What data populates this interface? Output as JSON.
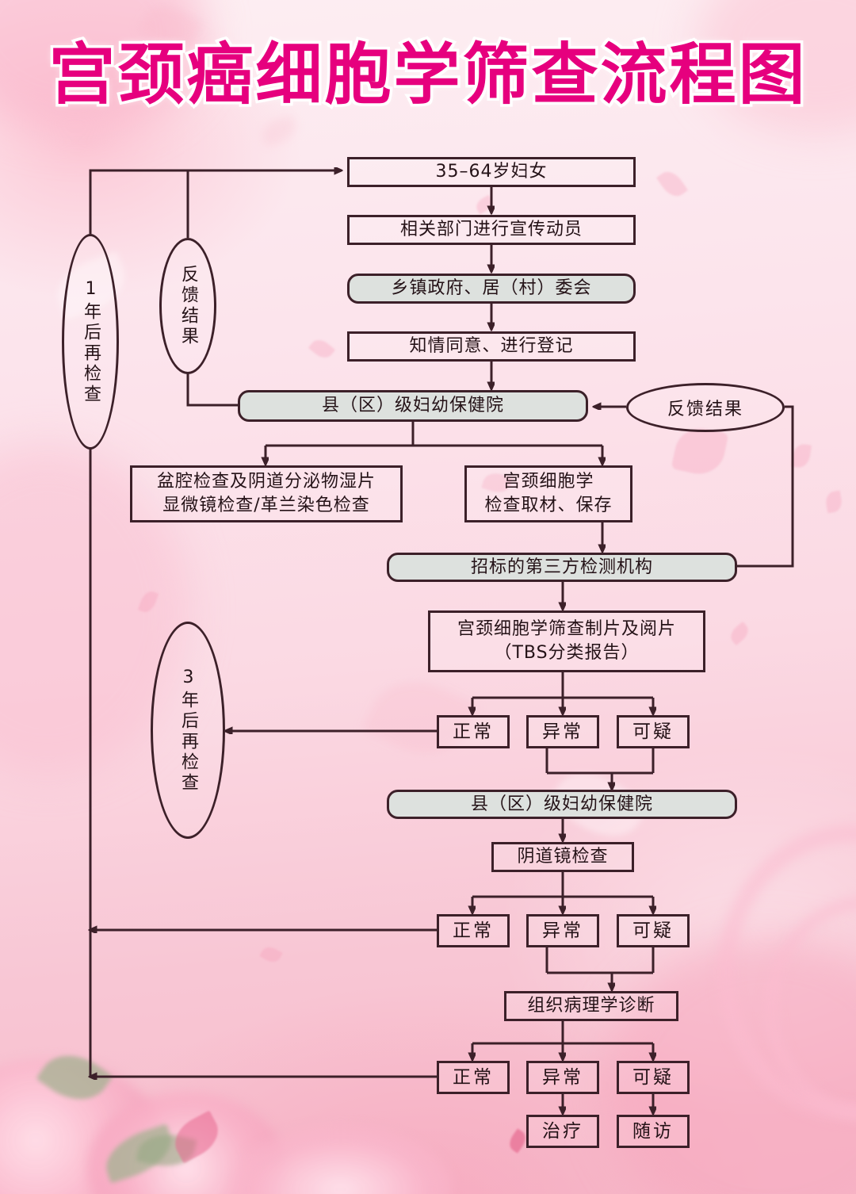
{
  "poster": {
    "title": "宫颈癌细胞学筛查流程图",
    "title_color": "#e6007e",
    "title_outline_color": "#ffffff",
    "background_colors": [
      "#fdeef2",
      "#fce4ec",
      "#fbd9e3",
      "#f6bccb"
    ],
    "line_color": "#3c2029",
    "gray_box_fill": "#dde1de"
  },
  "chart_data": {
    "type": "diagram",
    "title": "宫颈癌细胞学筛查流程图",
    "nodes": [
      {
        "id": "n1",
        "label": "35–64岁妇女",
        "shape": "rect",
        "fill": "transparent"
      },
      {
        "id": "n2",
        "label": "相关部门进行宣传动员",
        "shape": "rect",
        "fill": "transparent"
      },
      {
        "id": "n3",
        "label": "乡镇政府、居（村）委会",
        "shape": "rounded-rect",
        "fill": "gray"
      },
      {
        "id": "n4",
        "label": "知情同意、进行登记",
        "shape": "rect",
        "fill": "transparent"
      },
      {
        "id": "n5",
        "label": "县（区）级妇幼保健院",
        "shape": "rounded-rect",
        "fill": "gray"
      },
      {
        "id": "n6",
        "label": "盆腔检查及阴道分泌物湿片\n显微镜检查/革兰染色检查",
        "shape": "rect",
        "fill": "transparent"
      },
      {
        "id": "n7",
        "label": "宫颈细胞学\n检查取材、保存",
        "shape": "rect",
        "fill": "transparent"
      },
      {
        "id": "n8",
        "label": "招标的第三方检测机构",
        "shape": "rounded-rect",
        "fill": "gray"
      },
      {
        "id": "n9",
        "label": "宫颈细胞学筛查制片及阅片\n（TBS分类报告）",
        "shape": "rect",
        "fill": "transparent"
      },
      {
        "id": "n10",
        "label": "正常",
        "shape": "rect",
        "fill": "transparent"
      },
      {
        "id": "n11",
        "label": "异常",
        "shape": "rect",
        "fill": "transparent"
      },
      {
        "id": "n12",
        "label": "可疑",
        "shape": "rect",
        "fill": "transparent"
      },
      {
        "id": "n13",
        "label": "县（区）级妇幼保健院",
        "shape": "rounded-rect",
        "fill": "gray"
      },
      {
        "id": "n14",
        "label": "阴道镜检查",
        "shape": "rect",
        "fill": "transparent"
      },
      {
        "id": "n15",
        "label": "正常",
        "shape": "rect",
        "fill": "transparent"
      },
      {
        "id": "n16",
        "label": "异常",
        "shape": "rect",
        "fill": "transparent"
      },
      {
        "id": "n17",
        "label": "可疑",
        "shape": "rect",
        "fill": "transparent"
      },
      {
        "id": "n18",
        "label": "组织病理学诊断",
        "shape": "rect",
        "fill": "transparent"
      },
      {
        "id": "n19",
        "label": "正常",
        "shape": "rect",
        "fill": "transparent"
      },
      {
        "id": "n20",
        "label": "异常",
        "shape": "rect",
        "fill": "transparent"
      },
      {
        "id": "n21",
        "label": "可疑",
        "shape": "rect",
        "fill": "transparent"
      },
      {
        "id": "n22",
        "label": "治疗",
        "shape": "rect",
        "fill": "transparent"
      },
      {
        "id": "n23",
        "label": "随访",
        "shape": "rect",
        "fill": "transparent"
      },
      {
        "id": "e1",
        "label": "1年后再检查",
        "shape": "ellipse",
        "orientation": "vertical"
      },
      {
        "id": "e2",
        "label": "反馈结果",
        "shape": "ellipse",
        "orientation": "vertical"
      },
      {
        "id": "e3",
        "label": "3年后再检查",
        "shape": "ellipse",
        "orientation": "vertical"
      },
      {
        "id": "e4",
        "label": "反馈结果",
        "shape": "ellipse",
        "orientation": "horizontal"
      }
    ],
    "edges": [
      {
        "from": "n1",
        "to": "n2"
      },
      {
        "from": "n2",
        "to": "n3"
      },
      {
        "from": "n3",
        "to": "n4"
      },
      {
        "from": "n4",
        "to": "n5"
      },
      {
        "from": "n5",
        "to": "n6"
      },
      {
        "from": "n5",
        "to": "n7"
      },
      {
        "from": "n7",
        "to": "n8"
      },
      {
        "from": "n8",
        "to": "n9"
      },
      {
        "from": "n9",
        "to": "n10"
      },
      {
        "from": "n9",
        "to": "n11"
      },
      {
        "from": "n9",
        "to": "n12"
      },
      {
        "from": "n11",
        "to": "n13"
      },
      {
        "from": "n12",
        "to": "n13"
      },
      {
        "from": "n13",
        "to": "n14"
      },
      {
        "from": "n14",
        "to": "n15"
      },
      {
        "from": "n14",
        "to": "n16"
      },
      {
        "from": "n14",
        "to": "n17"
      },
      {
        "from": "n16",
        "to": "n18"
      },
      {
        "from": "n17",
        "to": "n18"
      },
      {
        "from": "n18",
        "to": "n19"
      },
      {
        "from": "n18",
        "to": "n20"
      },
      {
        "from": "n18",
        "to": "n21"
      },
      {
        "from": "n20",
        "to": "n22"
      },
      {
        "from": "n21",
        "to": "n23"
      },
      {
        "from": "n10",
        "to": "e3",
        "note": "3年后再检查"
      },
      {
        "from": "n15",
        "to": "e1",
        "note": "1年后再检查"
      },
      {
        "from": "n19",
        "to": "e1",
        "note": "1年后再检查"
      },
      {
        "from": "e1",
        "to": "n1"
      },
      {
        "from": "e2",
        "to": "n1"
      },
      {
        "from": "n5",
        "to": "e2",
        "note": "反馈结果"
      },
      {
        "from": "n8",
        "to": "e4",
        "note": "反馈结果"
      },
      {
        "from": "e4",
        "to": "n5"
      }
    ]
  },
  "flow": {
    "n1": {
      "label": "35–64岁妇女"
    },
    "n2": {
      "label": "相关部门进行宣传动员"
    },
    "n3": {
      "label": "乡镇政府、居（村）委会"
    },
    "n4": {
      "label": "知情同意、进行登记"
    },
    "n5": {
      "label": "县（区）级妇幼保健院"
    },
    "n6": {
      "line1": "盆腔检查及阴道分泌物湿片",
      "line2": "显微镜检查/革兰染色检查"
    },
    "n7": {
      "line1": "宫颈细胞学",
      "line2": "检查取材、保存"
    },
    "n8": {
      "label": "招标的第三方检测机构"
    },
    "n9": {
      "line1": "宫颈细胞学筛查制片及阅片",
      "line2": "（TBS分类报告）"
    },
    "n10": {
      "label": "正常"
    },
    "n11": {
      "label": "异常"
    },
    "n12": {
      "label": "可疑"
    },
    "n13": {
      "label": "县（区）级妇幼保健院"
    },
    "n14": {
      "label": "阴道镜检查"
    },
    "n15": {
      "label": "正常"
    },
    "n16": {
      "label": "异常"
    },
    "n17": {
      "label": "可疑"
    },
    "n18": {
      "label": "组织病理学诊断"
    },
    "n19": {
      "label": "正常"
    },
    "n20": {
      "label": "异常"
    },
    "n21": {
      "label": "可疑"
    },
    "n22": {
      "label": "治疗"
    },
    "n23": {
      "label": "随访"
    },
    "e1": {
      "label": "1年后再检查"
    },
    "e2": {
      "label": "反馈结果"
    },
    "e3": {
      "label": "3年后再检查"
    },
    "e4": {
      "label": "反馈结果"
    }
  }
}
